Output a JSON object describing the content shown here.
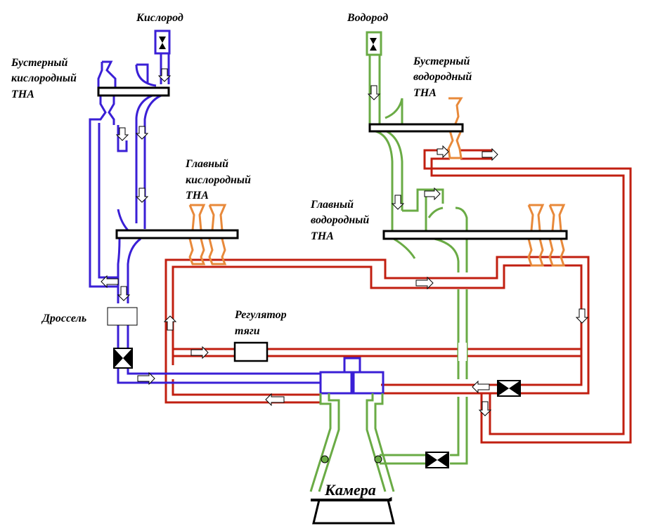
{
  "labels": {
    "oxygen": "Кислород",
    "hydrogen": "Водород",
    "booster_ox": [
      "Бустерный",
      "кислородный",
      "ТНА"
    ],
    "booster_h2": [
      "Бустерный",
      "водородный",
      "ТНА"
    ],
    "main_ox": [
      "Главный",
      "кислородный",
      "ТНА"
    ],
    "main_h2": [
      "Главный",
      "водородный",
      "ТНА"
    ],
    "throttle": "Дроссель",
    "thrust_regulator": [
      "Регулятор",
      "тяги"
    ],
    "chamber": "Камера"
  },
  "colors": {
    "oxygen_line": "#3a1fd6",
    "hydrogen_line": "#6aab45",
    "hot_gas_line": "#c11f10",
    "turbine": "#e8893a",
    "shaft": "#000000"
  }
}
